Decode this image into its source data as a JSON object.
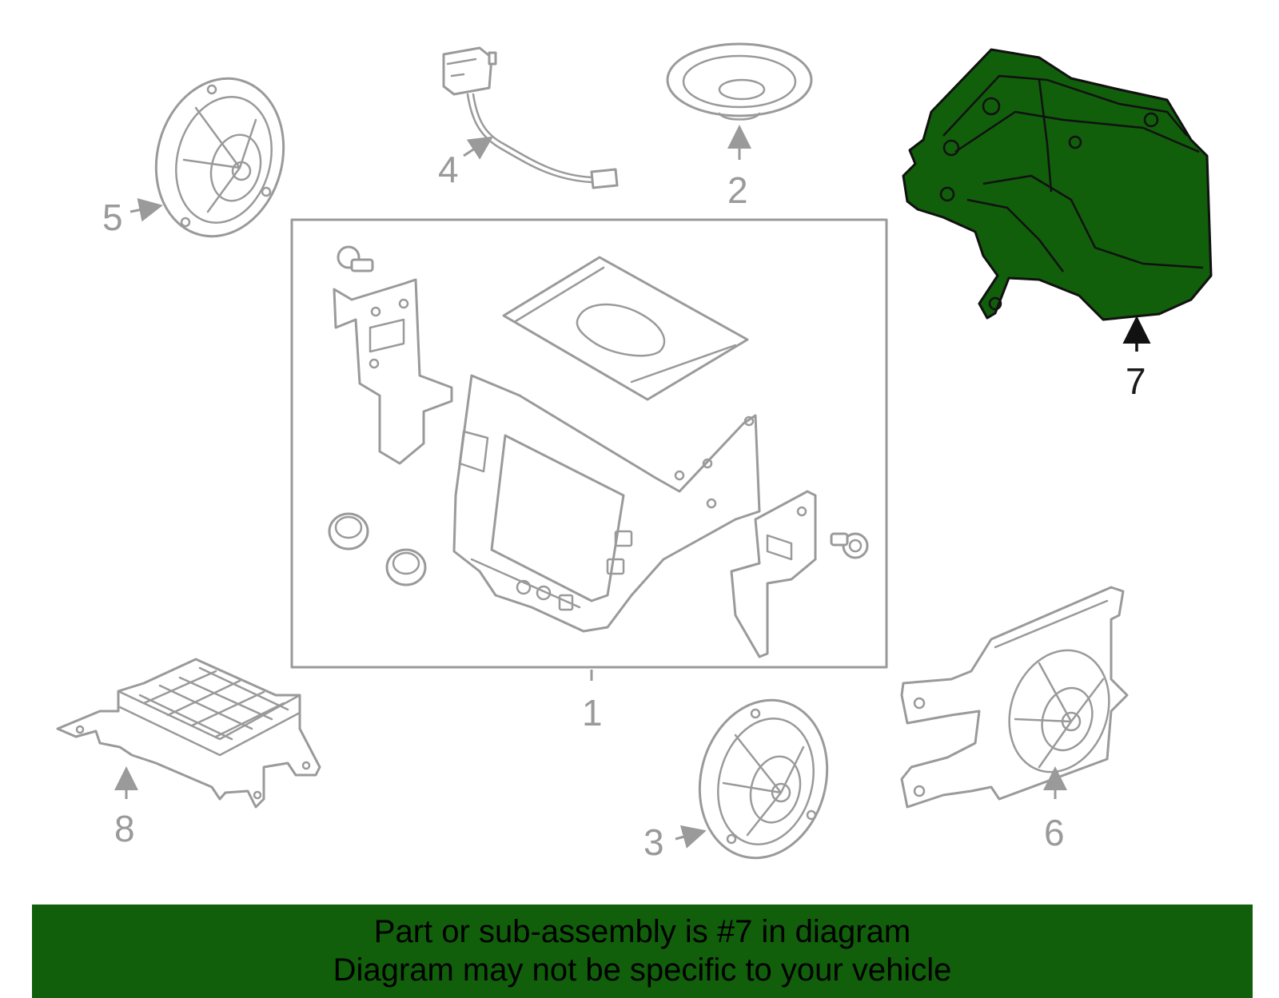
{
  "diagram": {
    "highlight_color": "#115e0b",
    "line_color": "#9a9a9a",
    "highlighted_part": "7",
    "callouts": [
      {
        "id": "1",
        "label": "1"
      },
      {
        "id": "2",
        "label": "2"
      },
      {
        "id": "3",
        "label": "3"
      },
      {
        "id": "4",
        "label": "4"
      },
      {
        "id": "5",
        "label": "5"
      },
      {
        "id": "6",
        "label": "6"
      },
      {
        "id": "7",
        "label": "7"
      },
      {
        "id": "8",
        "label": "8"
      }
    ]
  },
  "banner": {
    "line1": "Part or sub-assembly is #7 in diagram",
    "line2": "Diagram may not be specific to your vehicle",
    "background": "#115e0b"
  }
}
